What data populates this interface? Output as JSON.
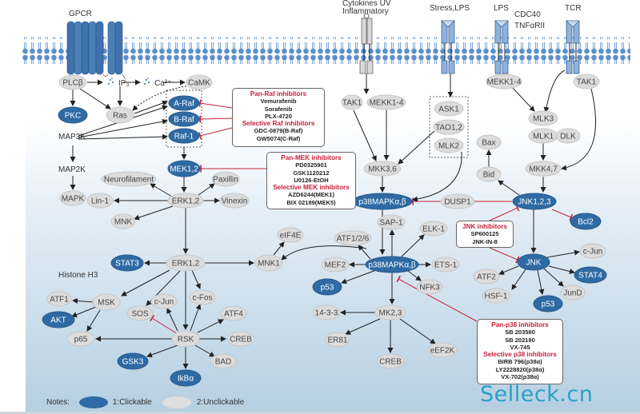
{
  "colors": {
    "clickable_fill": "#2e6aa3",
    "unclickable_fill": "#dcdcdc",
    "inhibitor_red": "#c8203a",
    "receptor_blue": "#4a7fb8",
    "membrane_blue": "#5b8fcc",
    "watermark": "#2aa0c8"
  },
  "receptors": {
    "gpcr": "GPCR",
    "cytokines": "Cytokines UV",
    "inflammatory": "Inflammatory",
    "stress": "Stress,LPS",
    "lps": "LPS",
    "cdc40": "CDC40",
    "tnfarii": "TNFαRII",
    "tcr": "TCR"
  },
  "free_labels": {
    "map3k": "MAP3K",
    "map2k": "MAP2K",
    "ip3": "IP₃",
    "ca": "Ca²⁺",
    "histone": "Histone H3"
  },
  "nodes": [
    {
      "id": "plcb",
      "label": "PLCβ",
      "clickable": false
    },
    {
      "id": "camk",
      "label": "CaMK",
      "clickable": false
    },
    {
      "id": "pkc",
      "label": "PKC",
      "clickable": true
    },
    {
      "id": "ras",
      "label": "Ras",
      "clickable": false
    },
    {
      "id": "araf",
      "label": "A-Raf",
      "clickable": true
    },
    {
      "id": "braf",
      "label": "B-Raf",
      "clickable": true
    },
    {
      "id": "raf1",
      "label": "Raf-1",
      "clickable": true
    },
    {
      "id": "mapk",
      "label": "MAPK",
      "clickable": false
    },
    {
      "id": "mek12",
      "label": "MEK1,2",
      "clickable": true
    },
    {
      "id": "neurofilament",
      "label": "Neurofilament",
      "clickable": false
    },
    {
      "id": "paxillin",
      "label": "Paxillin",
      "clickable": false
    },
    {
      "id": "lin1",
      "label": "Lin-1",
      "clickable": false
    },
    {
      "id": "erk12a",
      "label": "ERK1,2",
      "clickable": false
    },
    {
      "id": "vinexin",
      "label": "Vinexin",
      "clickable": false
    },
    {
      "id": "mnk",
      "label": "MNK",
      "clickable": false
    },
    {
      "id": "stat3",
      "label": "STAT3",
      "clickable": true
    },
    {
      "id": "erk12b",
      "label": "ERK1,2",
      "clickable": false
    },
    {
      "id": "mnk1",
      "label": "MNK1",
      "clickable": false
    },
    {
      "id": "eif4e",
      "label": "eIF4E",
      "clickable": false
    },
    {
      "id": "atf1",
      "label": "ATF1",
      "clickable": false
    },
    {
      "id": "msk",
      "label": "MSK",
      "clickable": false
    },
    {
      "id": "akt",
      "label": "AKT",
      "clickable": true
    },
    {
      "id": "p65",
      "label": "p65",
      "clickable": false
    },
    {
      "id": "sos",
      "label": "SOS",
      "clickable": false
    },
    {
      "id": "cjun_erk",
      "label": "c-Jun",
      "clickable": false
    },
    {
      "id": "cfos",
      "label": "c-Fos",
      "clickable": false
    },
    {
      "id": "atf4",
      "label": "ATF4",
      "clickable": false
    },
    {
      "id": "rsk",
      "label": "RSK",
      "clickable": false
    },
    {
      "id": "creb_rsk",
      "label": "CREB",
      "clickable": false
    },
    {
      "id": "bad",
      "label": "BAD",
      "clickable": false
    },
    {
      "id": "gsk3",
      "label": "GSK3",
      "clickable": true
    },
    {
      "id": "ikba",
      "label": "IkBα",
      "clickable": true
    },
    {
      "id": "tak1_a",
      "label": "TAK1",
      "clickable": false
    },
    {
      "id": "mekk14_a",
      "label": "MEKK1-4",
      "clickable": false
    },
    {
      "id": "ask1",
      "label": "ASK1",
      "clickable": false
    },
    {
      "id": "tao12",
      "label": "TAO1,2",
      "clickable": false
    },
    {
      "id": "mlk2",
      "label": "MLK2",
      "clickable": false
    },
    {
      "id": "mkk36",
      "label": "MKK3,6",
      "clickable": false
    },
    {
      "id": "p38a",
      "label": "p38MAPKα,β",
      "clickable": true
    },
    {
      "id": "dusp1",
      "label": "DUSP1",
      "clickable": false
    },
    {
      "id": "sap1",
      "label": "SAP-1",
      "clickable": false
    },
    {
      "id": "elk1",
      "label": "ELK-1",
      "clickable": false
    },
    {
      "id": "atf126",
      "label": "ATF1/2/6",
      "clickable": false
    },
    {
      "id": "mef2",
      "label": "MEF2",
      "clickable": false
    },
    {
      "id": "p38b",
      "label": "p38MAPKα,β",
      "clickable": true
    },
    {
      "id": "ets1",
      "label": "ETS-1",
      "clickable": false
    },
    {
      "id": "p53_p38",
      "label": "p53",
      "clickable": true
    },
    {
      "id": "nfk3",
      "label": "NFK3",
      "clickable": false
    },
    {
      "id": "1433",
      "label": "14-3-3",
      "clickable": false
    },
    {
      "id": "mk23",
      "label": "MK2,3",
      "clickable": false
    },
    {
      "id": "er81",
      "label": "ER81",
      "clickable": false
    },
    {
      "id": "eef2k",
      "label": "eEF2K",
      "clickable": false
    },
    {
      "id": "creb_mk",
      "label": "CREB",
      "clickable": false
    },
    {
      "id": "mekk14_b",
      "label": "MEKK1-4",
      "clickable": false
    },
    {
      "id": "tak1_b",
      "label": "TAK1",
      "clickable": false
    },
    {
      "id": "mlk3",
      "label": "MLK3",
      "clickable": false
    },
    {
      "id": "mlk1",
      "label": "MLK1",
      "clickable": false
    },
    {
      "id": "dlk",
      "label": "DLK",
      "clickable": false
    },
    {
      "id": "bax",
      "label": "Bax",
      "clickable": false
    },
    {
      "id": "bid",
      "label": "Bid",
      "clickable": false
    },
    {
      "id": "mkk47",
      "label": "MKK4,7",
      "clickable": false
    },
    {
      "id": "jnk123",
      "label": "JNK1,2,3",
      "clickable": true
    },
    {
      "id": "bcl2",
      "label": "Bcl2",
      "clickable": true
    },
    {
      "id": "jnk",
      "label": "JNK",
      "clickable": true
    },
    {
      "id": "cjun_jnk",
      "label": "c-Jun",
      "clickable": false
    },
    {
      "id": "atf2",
      "label": "ATF2",
      "clickable": false
    },
    {
      "id": "stat4",
      "label": "STAT4",
      "clickable": true
    },
    {
      "id": "hsf1",
      "label": "HSF-1",
      "clickable": false
    },
    {
      "id": "jund",
      "label": "JunD",
      "clickable": false
    },
    {
      "id": "p53_jnk",
      "label": "p53",
      "clickable": true
    }
  ],
  "inhibitor_boxes": {
    "raf": {
      "heading1": "Pan-Raf inhibitors",
      "items1": [
        "Vemurafenib",
        "Sorafenib",
        "PLX-4720"
      ],
      "heading2": "Selective Raf inhibitors",
      "items2": [
        "GDC-0879(B-Raf)",
        "GW5074(C-Raf)"
      ]
    },
    "mek": {
      "heading1": "Pan-MEK inhibitors",
      "items1": [
        "PD0325901",
        "GSK1120212",
        "U0126-EtOH"
      ],
      "heading2": "Selective MEK inhibitors",
      "items2": [
        "AZD6244(MEK1)",
        "BIX 02189(MEK5)"
      ]
    },
    "jnk": {
      "heading1": "JNK inhibitors",
      "items1": [
        "SP600125",
        "JNK-IN-8"
      ]
    },
    "p38": {
      "heading1": "Pan-p38 inhibitors",
      "items1": [
        "SB 203580",
        "SB 202190",
        "VX-745"
      ],
      "heading2": "Selective p38 inhibitors",
      "items2": [
        "BIRB 796(p38α)",
        "LY2228820(p38α)",
        "VX-702(p38α)"
      ]
    }
  },
  "notes": {
    "label": "Notes:",
    "clickable": "1:Clickable",
    "unclickable": "2:Unclickable"
  },
  "watermark": "Selleck.cn"
}
